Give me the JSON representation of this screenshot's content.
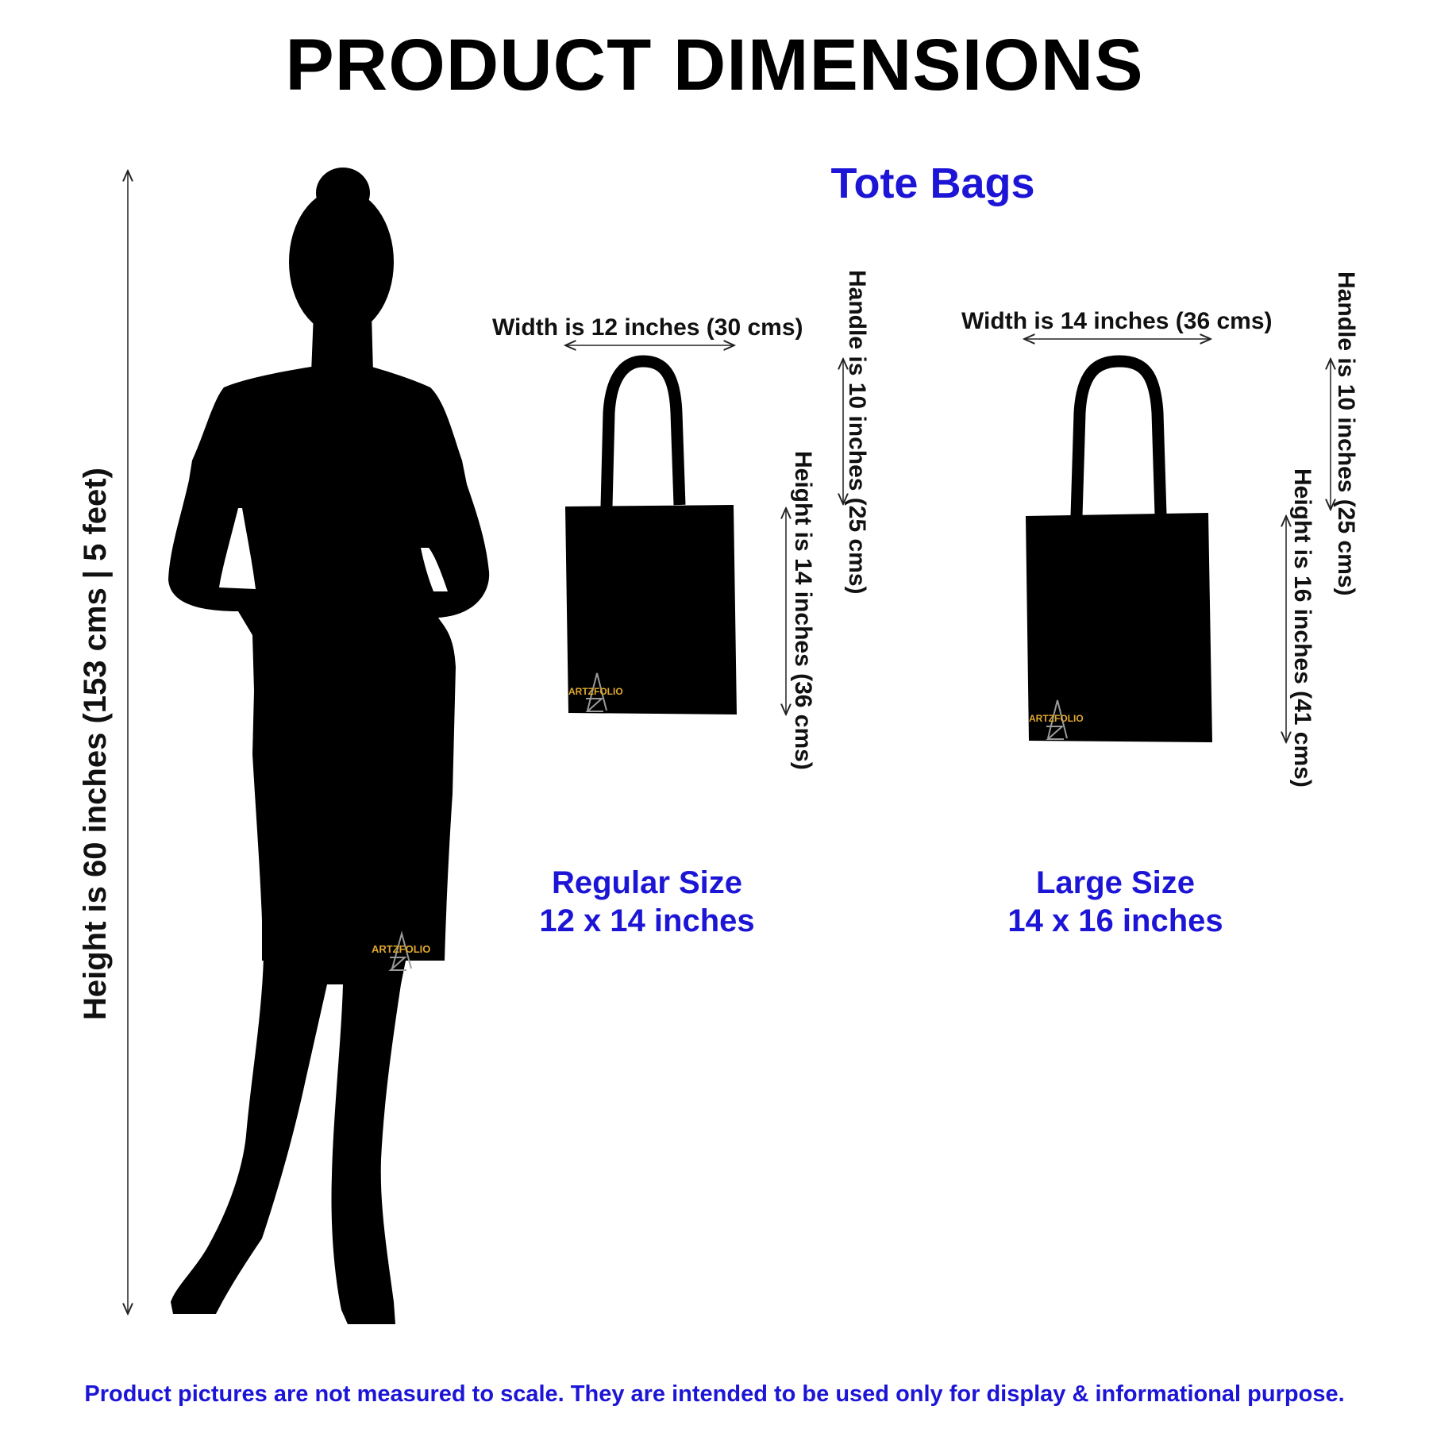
{
  "title": "PRODUCT DIMENSIONS",
  "subtitle": "Tote Bags",
  "person": {
    "height_label": "Height is 60 inches (153 cms | 5 feet)",
    "logo_text": "ARTZFOLIO"
  },
  "regular": {
    "width_label": "Width is 12 inches (30 cms)",
    "handle_label": "Handle is 10 inches (25 cms)",
    "height_label": "Height is 14 inches (36 cms)",
    "size_name": "Regular Size",
    "size_dims": "12 x 14 inches",
    "logo_text": "ARTZFOLIO"
  },
  "large": {
    "width_label": "Width is 14 inches (36 cms)",
    "handle_label": "Handle is 10 inches (25 cms)",
    "height_label": "Height is 16 inches (41 cms)",
    "size_name": "Large Size",
    "size_dims": "14 x 16 inches",
    "logo_text": "ARTZFOLIO"
  },
  "footer": "Product pictures are not measured to scale. They are intended to be used only for display & informational purpose.",
  "colors": {
    "accent": "#1c15d6",
    "logo": "#e0a82e"
  }
}
